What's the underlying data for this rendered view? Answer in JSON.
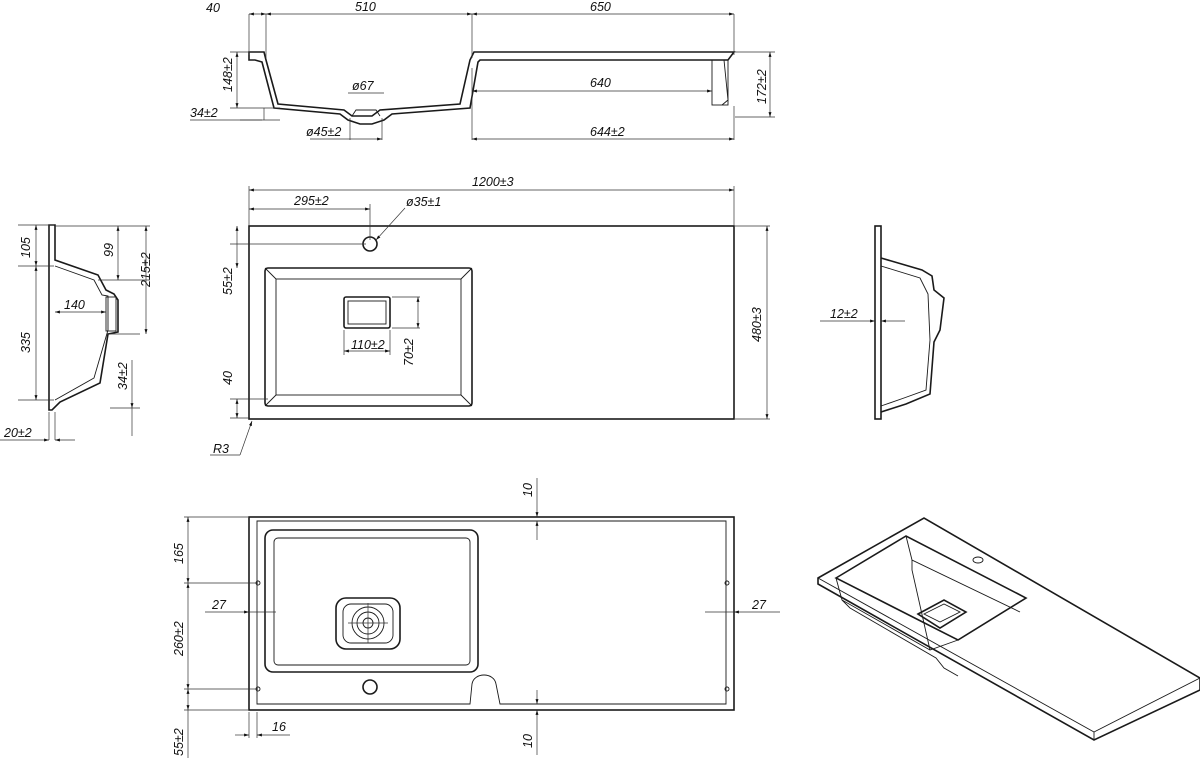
{
  "dims": {
    "top_40": "40",
    "top_510": "510",
    "top_650": "650",
    "top_148": "148±2",
    "top_34": "34±2",
    "top_d67": "ø67",
    "top_640": "640",
    "top_172": "172±2",
    "top_d45": "ø45±2",
    "top_644": "644±2",
    "plan_1200": "1200±3",
    "plan_295": "295±2",
    "plan_d35": "ø35±1",
    "plan_55": "55±2",
    "plan_110": "110±2",
    "plan_70": "70±2",
    "plan_480": "480±3",
    "plan_40": "40",
    "plan_r3": "R3",
    "left_105": "105",
    "left_99": "99",
    "left_215": "215±2",
    "left_140": "140",
    "left_335": "335",
    "left_34": "34±2",
    "left_20": "20±2",
    "right_12": "12±2",
    "bot_10a": "10",
    "bot_165": "165",
    "bot_27a": "27",
    "bot_27b": "27",
    "bot_260": "260±2",
    "bot_16": "16",
    "bot_10b": "10",
    "bot_55": "55±2"
  }
}
